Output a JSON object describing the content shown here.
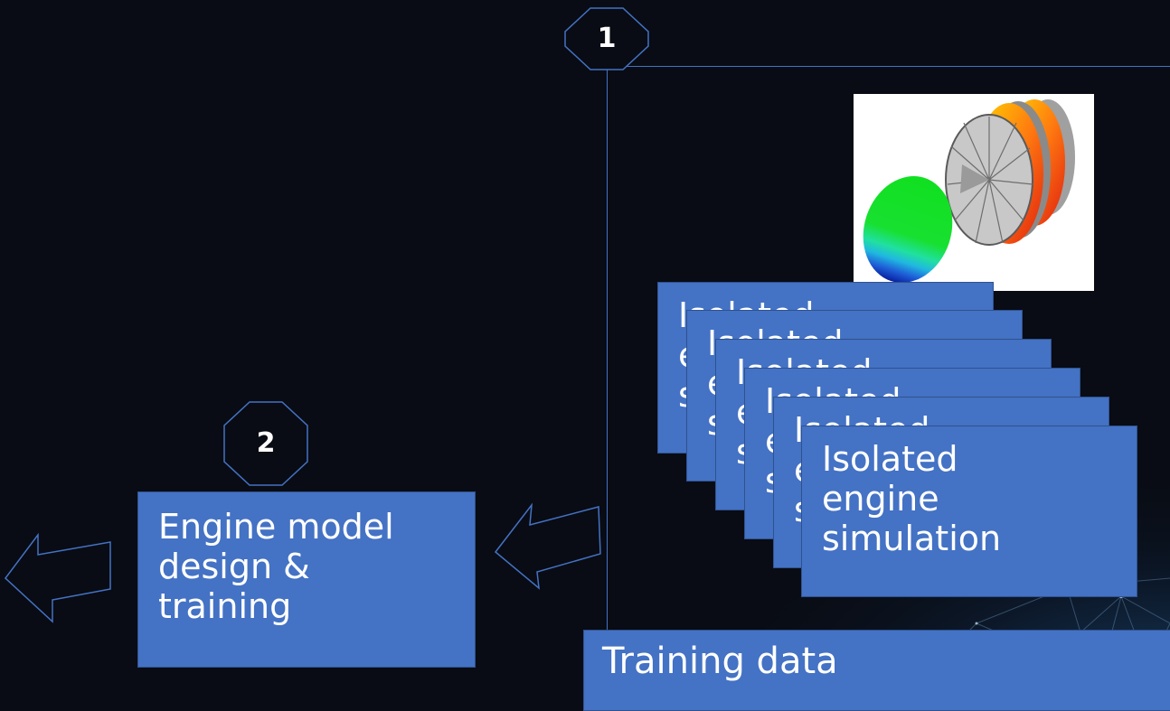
{
  "badges": {
    "step_1": "1",
    "step_2": "2"
  },
  "simulation_cards": [
    {
      "lines": [
        "Isolated",
        "engine",
        "simulation"
      ]
    },
    {
      "lines": [
        "Isolated",
        "engine",
        "simulation"
      ]
    },
    {
      "lines": [
        "Isolated",
        "engine",
        "simulation"
      ]
    },
    {
      "lines": [
        "Isolated",
        "engine",
        "simulation"
      ]
    },
    {
      "lines": [
        "Isolated",
        "engine",
        "simulation"
      ]
    },
    {
      "lines": [
        "Isolated",
        "engine",
        "simulation"
      ]
    }
  ],
  "model_box": {
    "line1": "Engine model",
    "line2": "design &",
    "line3": "training"
  },
  "training_data": {
    "label": "Training data"
  },
  "colors": {
    "box_fill": "#4472c4",
    "box_border": "#2f528f",
    "outline": "#4472c4",
    "background": "#090c14"
  },
  "icons": {
    "engine": "turbofan-engine-illustration",
    "arrow": "left-arrow-outline"
  }
}
